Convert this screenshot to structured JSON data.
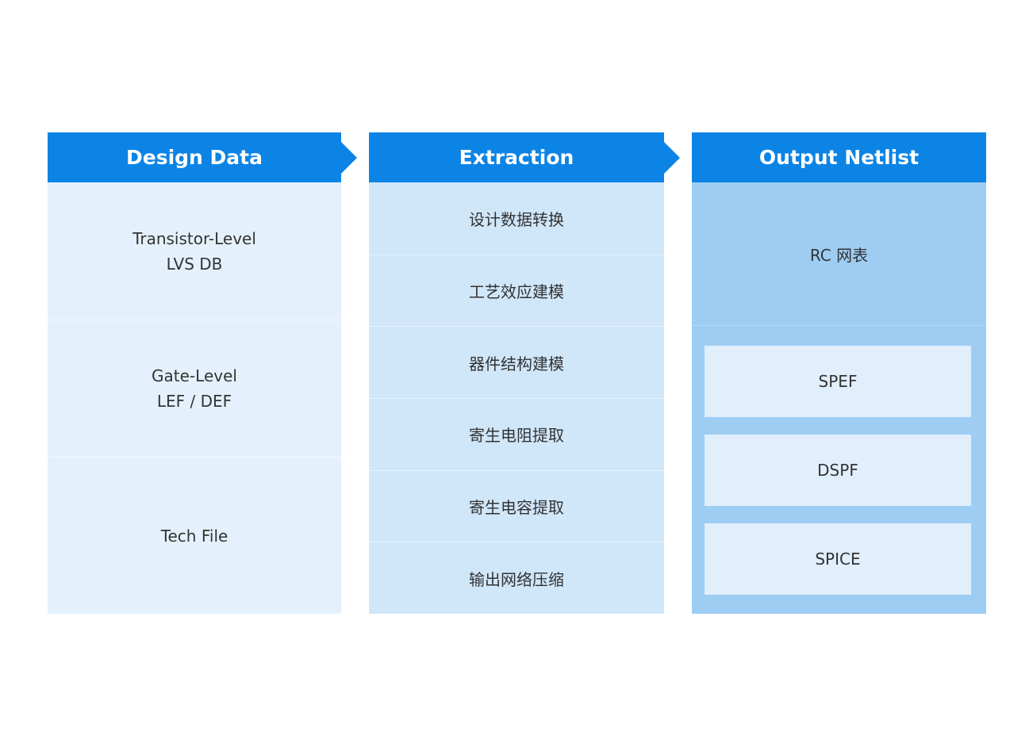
{
  "columns": [
    {
      "header": "Design Data",
      "cells": [
        {
          "line1": "Transistor-Level",
          "line2": "LVS DB"
        },
        {
          "line1": "Gate-Level",
          "line2": "LEF / DEF"
        },
        {
          "line1": "Tech File",
          "line2": ""
        }
      ]
    },
    {
      "header": "Extraction",
      "cells": [
        "设计数据转换",
        "工艺效应建模",
        "器件结构建模",
        "寄生电阻提取",
        "寄生电容提取",
        "输出网络压缩"
      ]
    },
    {
      "header": "Output Netlist",
      "top": "RC 网表",
      "formats": [
        "SPEF",
        "DSPF",
        "SPICE"
      ]
    }
  ],
  "colors": {
    "header": "#0b84e6",
    "col1_body": "#e4f1fc",
    "col2_body": "#d0e6f9",
    "col3_body": "#9ecdf4",
    "col3_box": "#e1eefb"
  }
}
